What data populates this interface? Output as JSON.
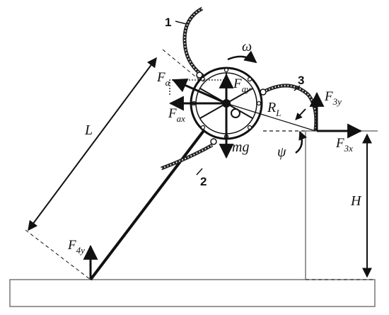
{
  "labels": {
    "part1": "1",
    "part2": "2",
    "part3": "3",
    "omega": "ω",
    "L": "L",
    "H": "H",
    "psi": "ψ",
    "mg": "mg",
    "RL_main": "R",
    "RL_sub": "L",
    "Fa_main": "F",
    "Fa_sub": "a",
    "Fay_main": "F",
    "Fay_sub": "ay",
    "Fax_main": "F",
    "Fax_sub": "ax",
    "F3y_main": "F",
    "F3y_sub": "3y",
    "F3x_main": "F",
    "F3x_sub": "3x",
    "F4y_main": "F",
    "F4y_sub": "4y"
  }
}
